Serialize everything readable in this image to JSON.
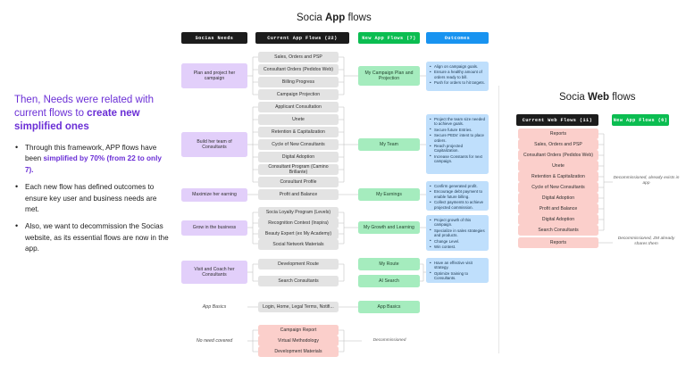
{
  "narrative": {
    "heading_plain": "Then, Needs were related with current flows to ",
    "heading_bold": "create new simplified ones",
    "bullets": [
      {
        "pre": "Through this framework, APP flows have been ",
        "bold": "simplified by 70% (from 22 to only 7).",
        "post": ""
      },
      {
        "pre": "Each new flow has defined outcomes to ensure key user and business needs are met.",
        "bold": "",
        "post": ""
      },
      {
        "pre": "Also, we want to decommission the Socias website, as its essential flows are now in the app.",
        "bold": "",
        "post": ""
      }
    ]
  },
  "app_section": {
    "title_plain_1": "Socia ",
    "title_bold": "App",
    "title_plain_2": " flows",
    "headers": {
      "needs": "Socias Needs",
      "current": "Current App Flows (22)",
      "new": "New App Flows (7)",
      "outcomes": "Outcomes"
    },
    "needs": [
      "Plan and project her campaign",
      "Build her team of Consultants",
      "Maximize her earning",
      "Grow in the business",
      "Visit and Coach her Consultants"
    ],
    "needs_italic": [
      "App Basics",
      "No need covered"
    ],
    "current_flows": [
      "Sales, Orders and PSP",
      "Consultant Orders (Pedidos Web)",
      "Billing Progress",
      "Campaign Projection",
      "Applicant Consultation",
      "Unete",
      "Retention & Capitalization",
      "Cycle of New Consultants",
      "Digital Adoption",
      "Consultant Program (Camino Brillante)",
      "Consultant Profile",
      "Profit and Balance",
      "Socia Loyalty Program (Levels)",
      "Recognition Contest (Inspira)",
      "Beauty Expert (ex My Academy)",
      "Social Network Materials",
      "Development Route",
      "Search Consultants",
      "Login, Home, Legal Terms, Notifi..."
    ],
    "decommissioned_flows": [
      "Campaign Report",
      "Virtual Methodology",
      "Development Materials"
    ],
    "new_flows": [
      "My Campaign Plan and Projection",
      "My Team",
      "My Earnings",
      "My Growth and Learning",
      "My Route",
      "AI Search",
      "App Basics"
    ],
    "decommissioned_note": "Decommissioned",
    "outcomes": [
      [
        "Align on campaign goals.",
        "Ensure a healthy amount of orders ready to bill.",
        "Push for orders to hit targets."
      ],
      [
        "Project the team size needed to achieve goals.",
        "Secure future Entries.",
        "Secure PEDs' intent to place orders.",
        "Reach projected Capitalization.",
        "Increase Constants for next campaign."
      ],
      [
        "Confirm generated profit.",
        "Encourage debt payment to enable future billing.",
        "Collect payments to achieve projected commission."
      ],
      [
        "Project growth of this campaign.",
        "Specialize in sales strategies and products.",
        "Change Level.",
        "Win contest."
      ],
      [
        "Have an effective visit strategy.",
        "Optimize training to Consultants."
      ]
    ]
  },
  "web_section": {
    "title_plain_1": "Socia ",
    "title_bold": "Web",
    "title_plain_2": " flows",
    "headers": {
      "current": "Current Web Flows (11)",
      "new": "New App Flows (6)"
    },
    "current_flows": [
      "Reports",
      "Sales, Orders and PSP",
      "Consultant Orders (Pedidos Web)",
      "Unete",
      "Retention & Capitalization",
      "Cycle of New Consultants",
      "Digital Adoption",
      "Profit and Balance",
      "Digital Adoption",
      "Search Consultants"
    ],
    "extra_flow": "Reports",
    "notes": [
      "Decommissioned, already exists in app",
      "Decommissioned, ZM already shares them"
    ]
  },
  "colors": {
    "purple": "#6b2fd6",
    "need": "#e2cffa",
    "current": "#e3e3e3",
    "new": "#a5ecbe",
    "outcome": "#bfdffc",
    "decommissioned": "#fbcfcb",
    "green_chip": "#0bbd51",
    "blue_chip": "#1893f0",
    "dark_chip": "#1c1c1c"
  }
}
